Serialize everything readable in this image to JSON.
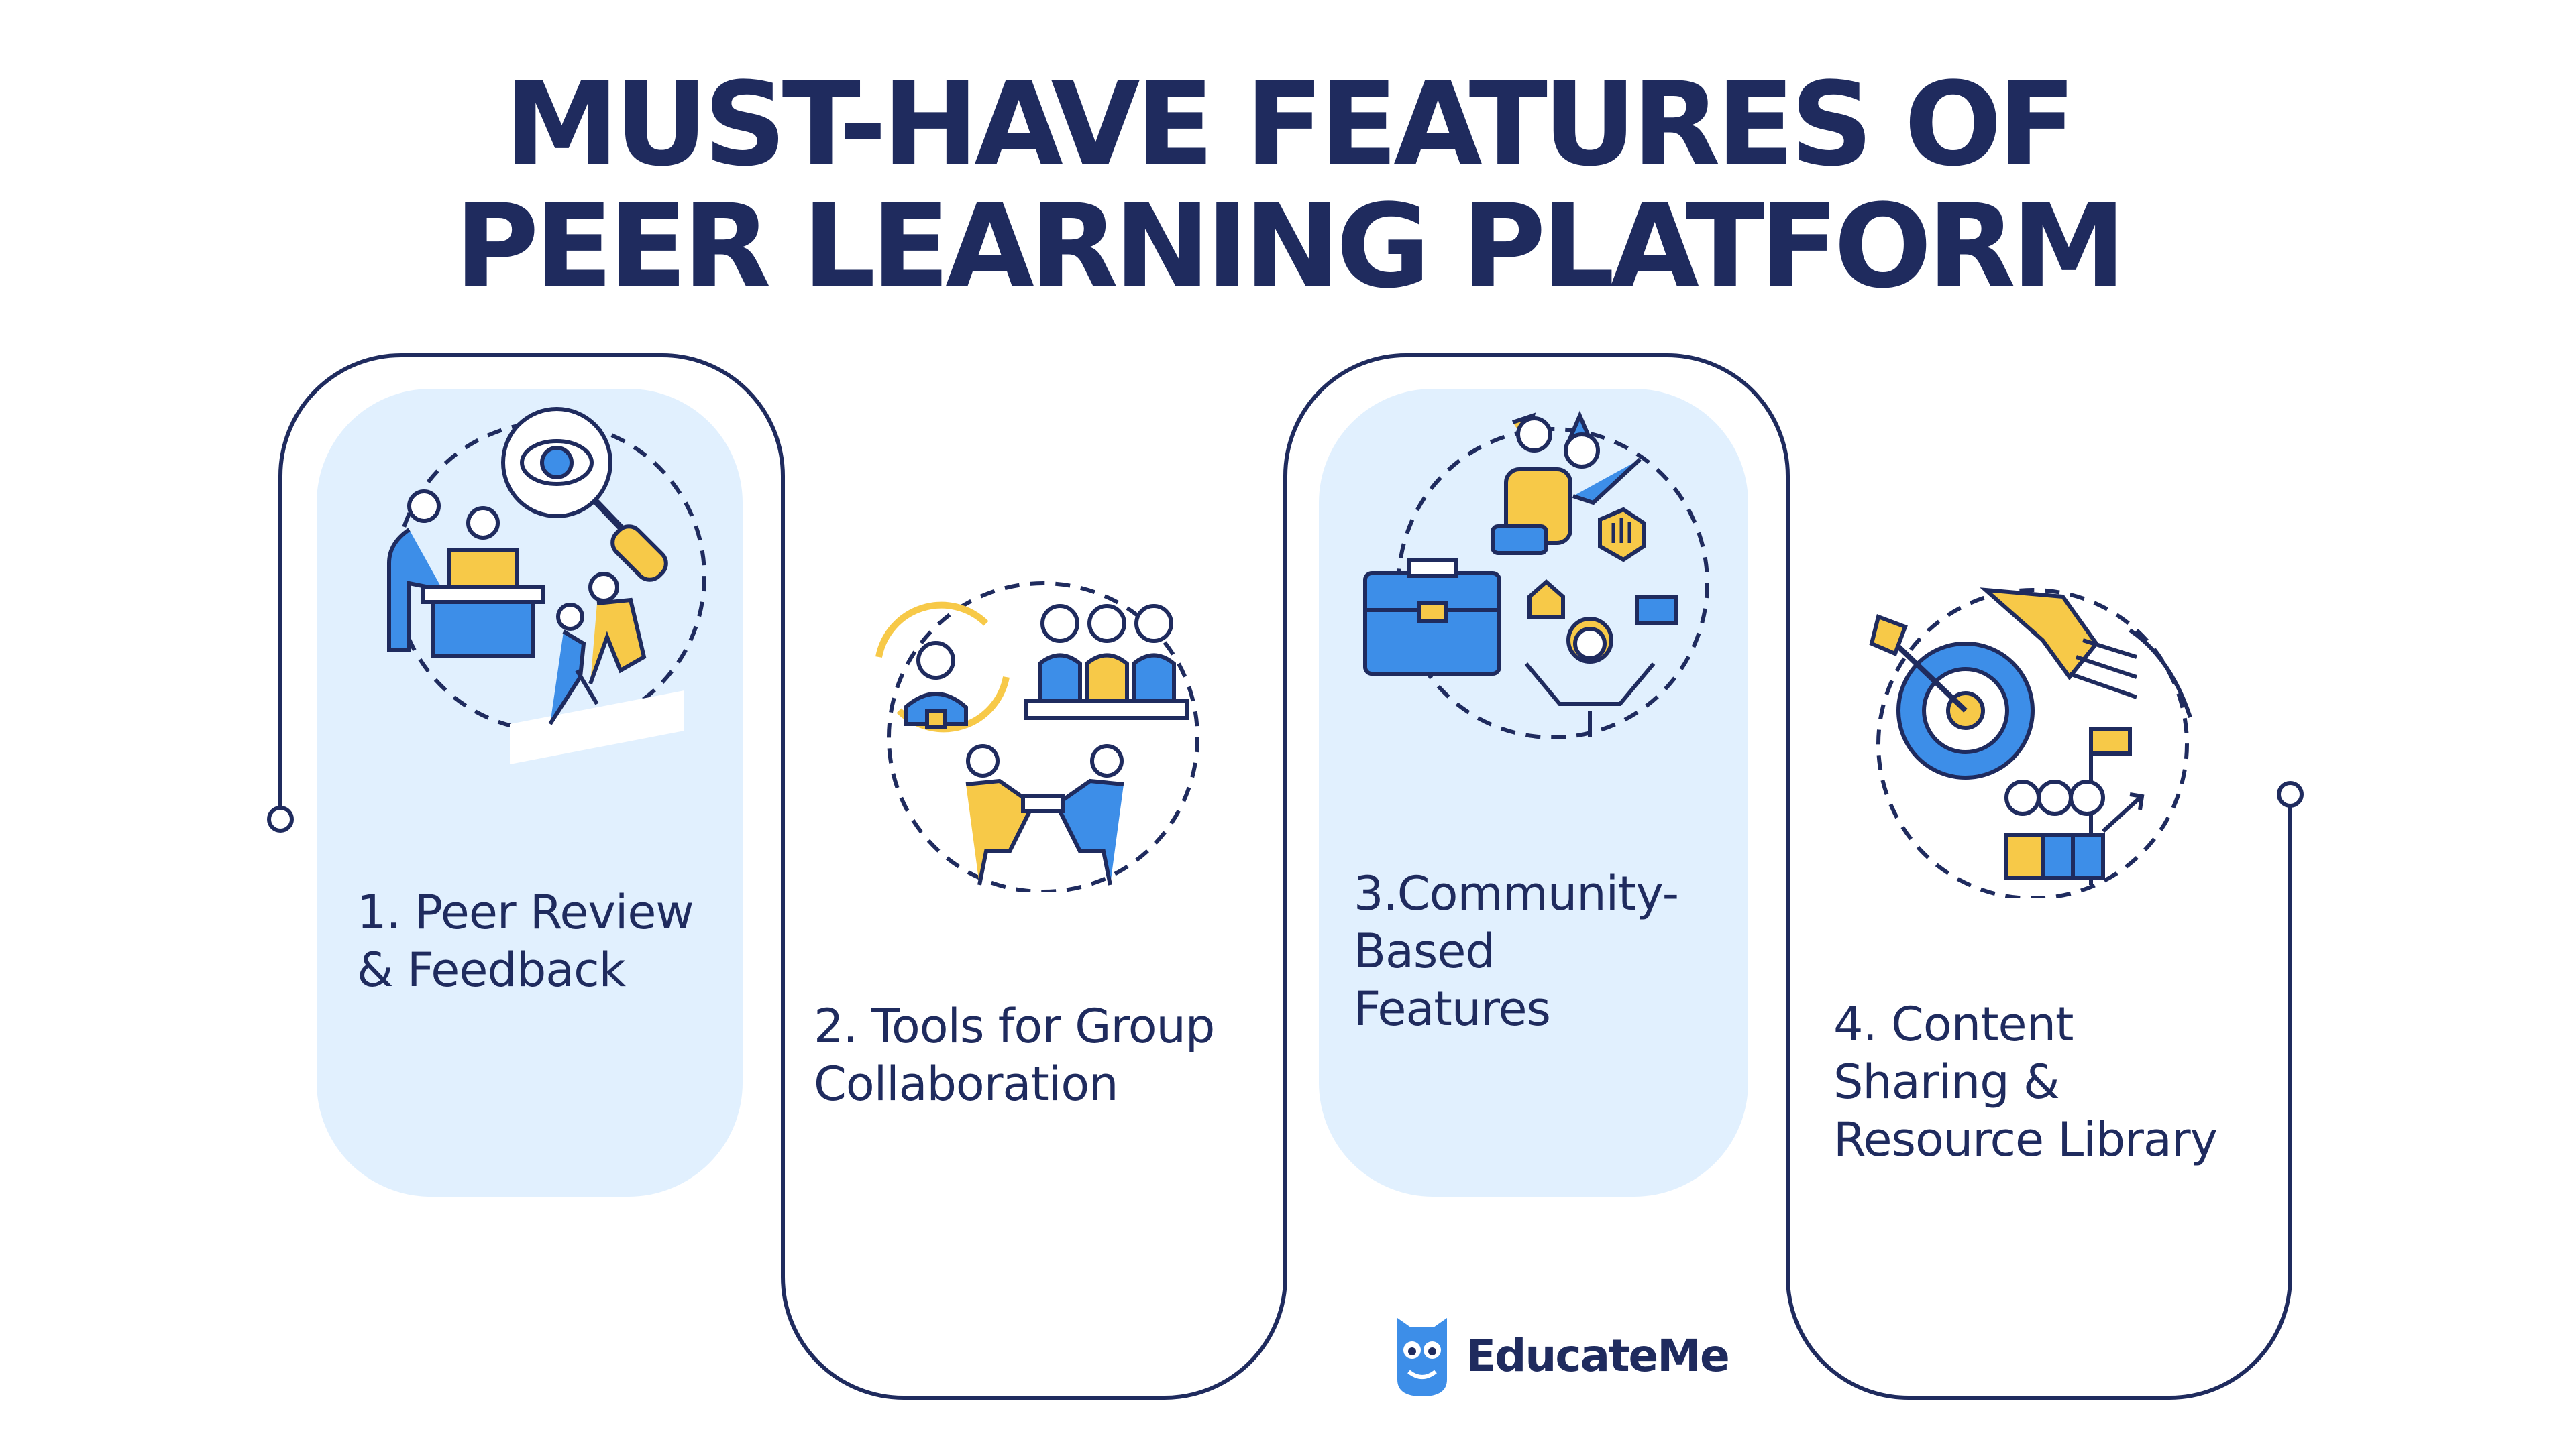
{
  "title": {
    "line1": "MUST-HAVE FEATURES OF",
    "line2": "PEER LEARNING PLATFORM"
  },
  "features": [
    {
      "lines": [
        "1. Peer Review",
        "& Feedback"
      ],
      "icon": "peer-review-icon"
    },
    {
      "lines": [
        "2. Tools for Group",
        "Collaboration"
      ],
      "icon": "group-collaboration-icon"
    },
    {
      "lines": [
        "3.Community-",
        "Based",
        "Features"
      ],
      "icon": "community-icon"
    },
    {
      "lines": [
        "4. Content",
        "Sharing &",
        "Resource Library"
      ],
      "icon": "content-sharing-icon"
    }
  ],
  "brand": {
    "name": "EducateMe",
    "icon": "owl-logo-icon"
  },
  "colors": {
    "navy": "#1f2b5e",
    "blue": "#3d8ee8",
    "yellow": "#f7c948",
    "panel": "#e1f0fe"
  }
}
